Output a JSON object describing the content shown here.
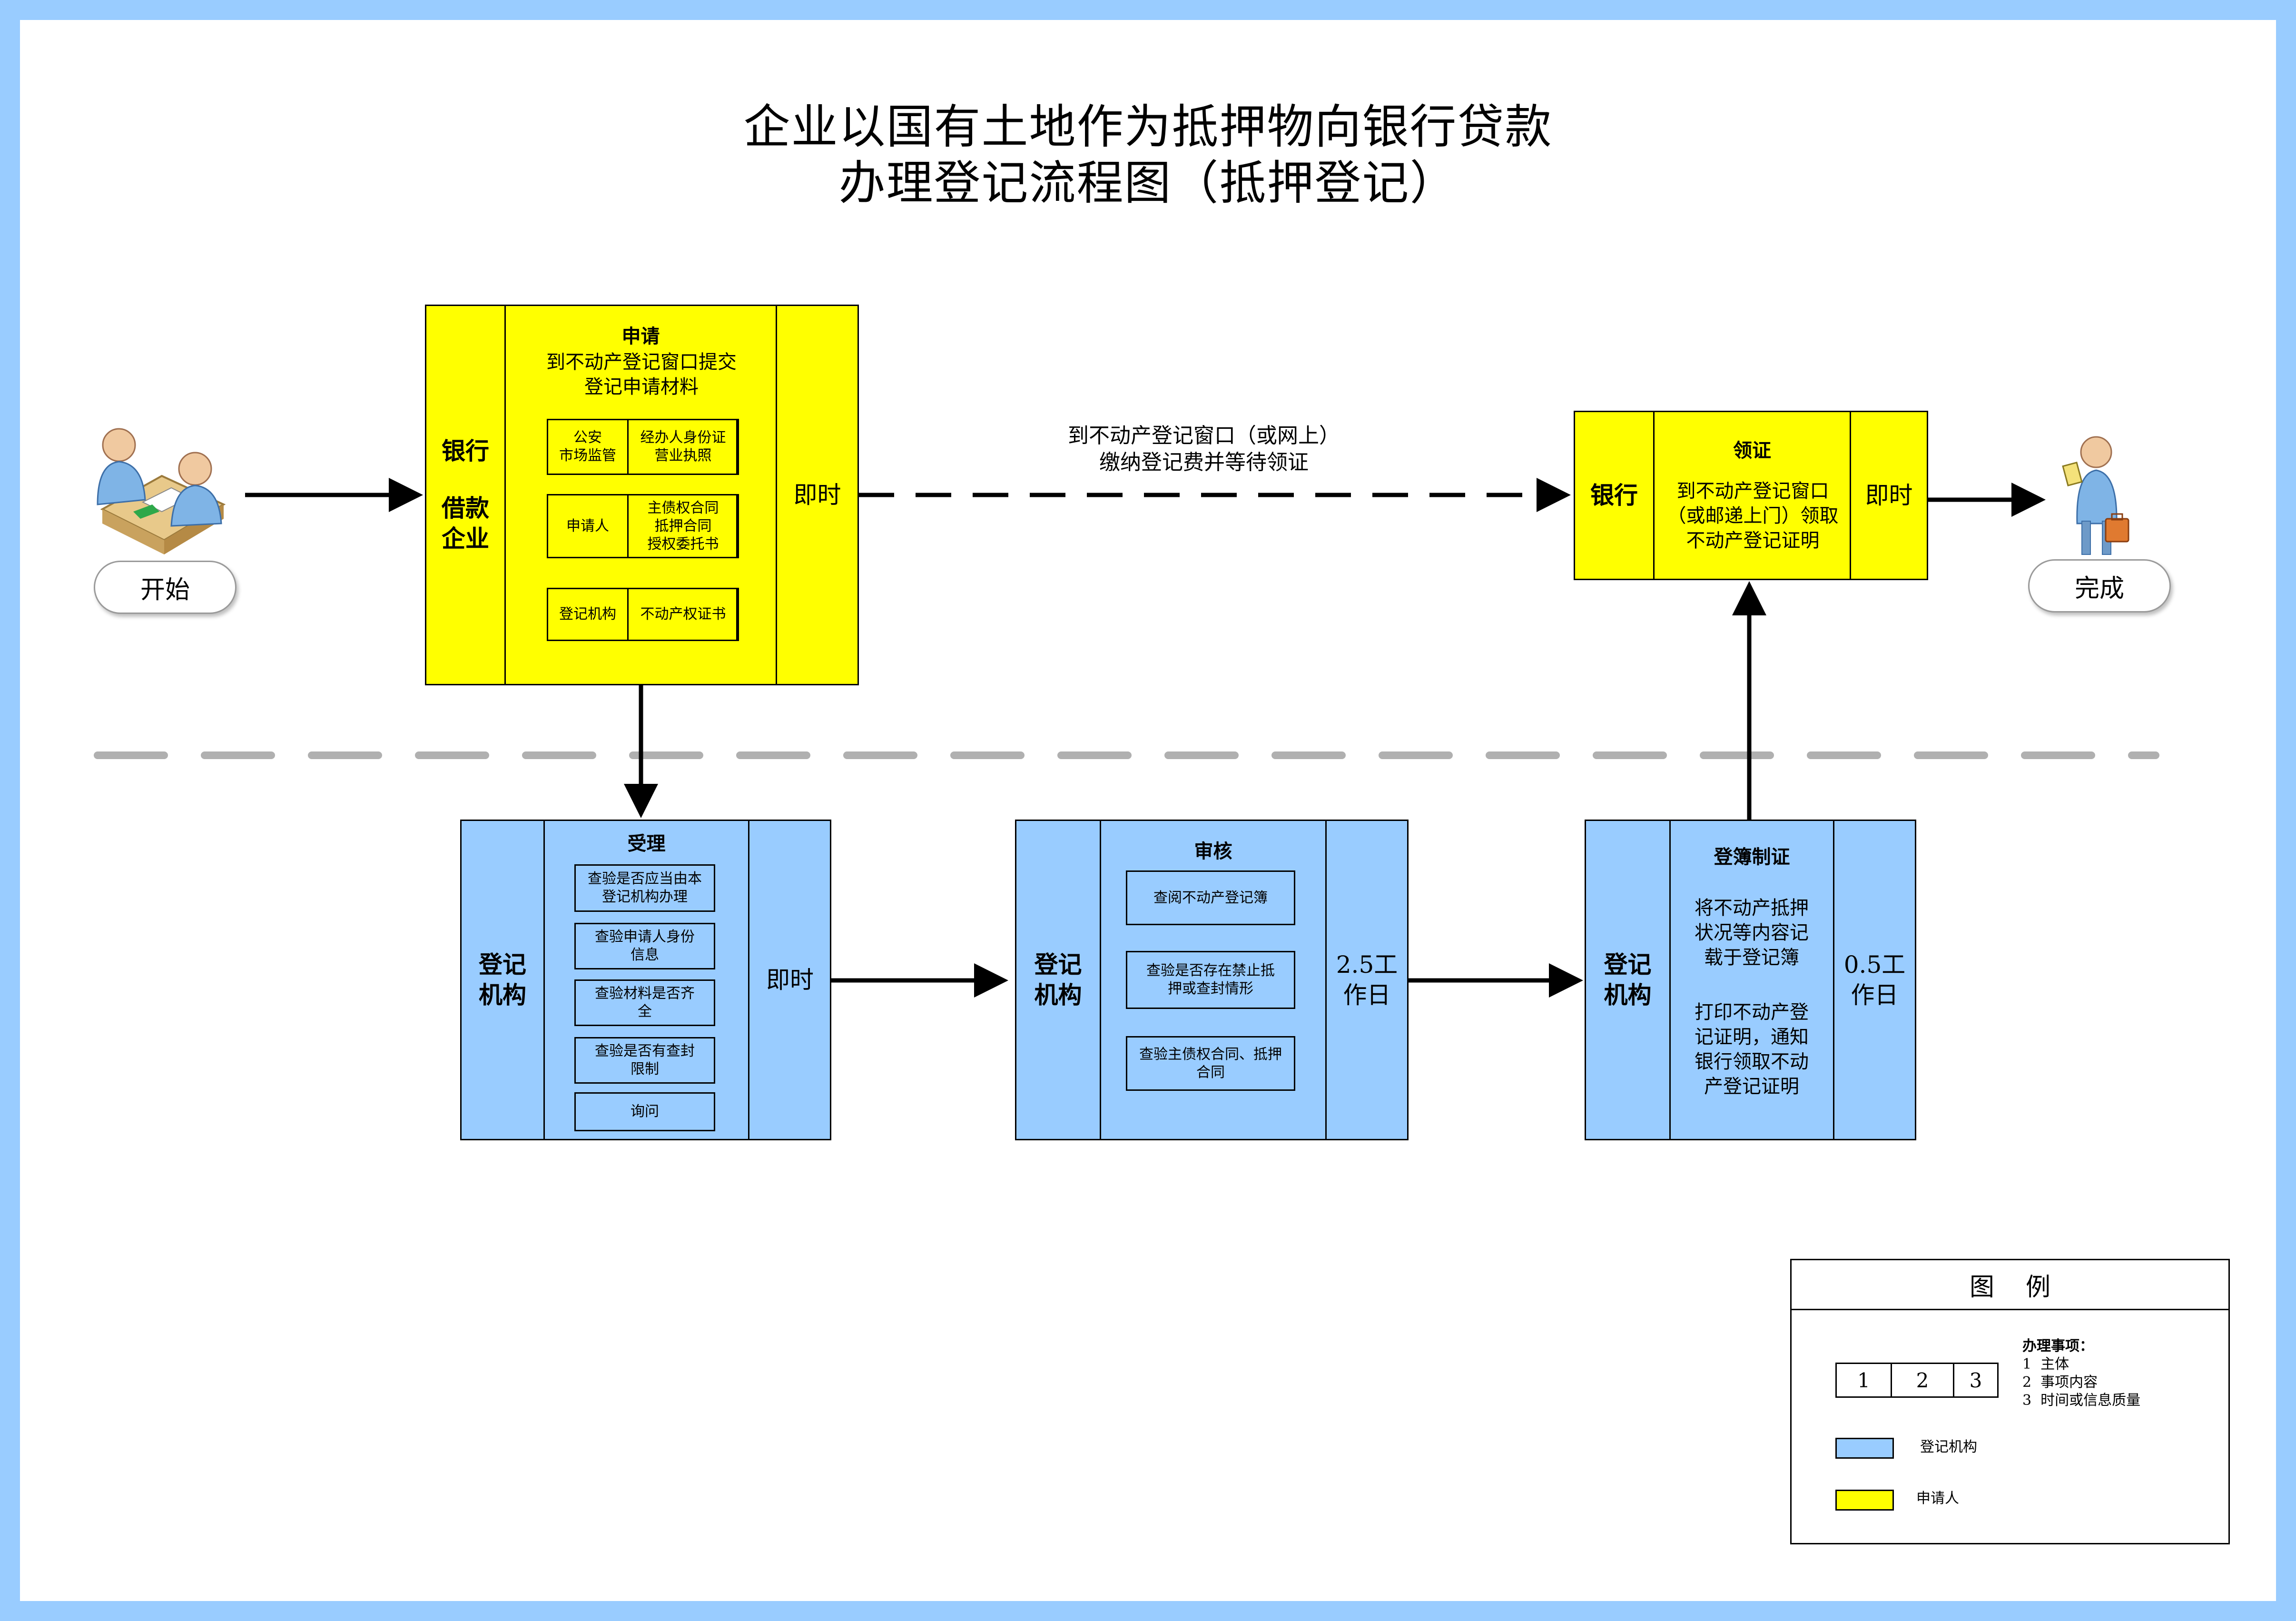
{
  "title": {
    "line1": "企业以国有土地作为抵押物向银行贷款",
    "line2": "办理登记流程图（抵押登记）"
  },
  "start": {
    "label": "开始"
  },
  "finish": {
    "label": "完成"
  },
  "apply": {
    "actor_line1": "银行",
    "actor_line2": "借款",
    "actor_line3": "企业",
    "heading": "申请",
    "content": "到不动产登记窗口提交登记申请材料",
    "rows": [
      {
        "left": "公安\n市场监管",
        "right": "经办人身份证\n营业执照"
      },
      {
        "left": "申请人",
        "right": "主债权合同\n抵押合同\n授权委托书"
      },
      {
        "left": "登记机构",
        "right": "不动产权证书"
      }
    ],
    "time": "即时"
  },
  "fee_note": {
    "line1": "到不动产登记窗口（或网上）",
    "line2": "缴纳登记费并等待领证"
  },
  "collect": {
    "actor": "银行",
    "heading": "领证",
    "content": "到不动产登记窗口（或邮递上门）领取不动产登记证明",
    "time": "即时"
  },
  "accept": {
    "actor": "登记机构",
    "heading": "受理",
    "items": [
      "查验是否应当由本登记机构办理",
      "查验申请人身份信息",
      "查验材料是否齐全",
      "查验是否有查封限制",
      "询问"
    ],
    "time": "即时"
  },
  "review": {
    "actor": "登记机构",
    "heading": "审核",
    "items": [
      "查阅不动产登记簿",
      "查验是否存在禁止抵押或查封情形",
      "查验主债权合同、抵押合同"
    ],
    "time": "2.5工作日"
  },
  "register": {
    "actor": "登记机构",
    "heading": "登簿制证",
    "para1": "将不动产抵押状况等内容记载于登记簿",
    "para2": "打印不动产登记证明，通知银行领取不动产登记证明",
    "time": "0.5工作日"
  },
  "legend": {
    "title": "图    例",
    "cells": [
      "1",
      "2",
      "3"
    ],
    "items_title": "办理事项：",
    "item1": "1  主体",
    "item2": "2  事项内容",
    "item3": "3  时间或信息质量",
    "blue_label": "登记机构",
    "yellow_label": "申请人"
  },
  "colors": {
    "border": "#99ccff",
    "applicant": "#ffff00",
    "agency": "#99ccff",
    "separator": "#b0b0b0"
  }
}
